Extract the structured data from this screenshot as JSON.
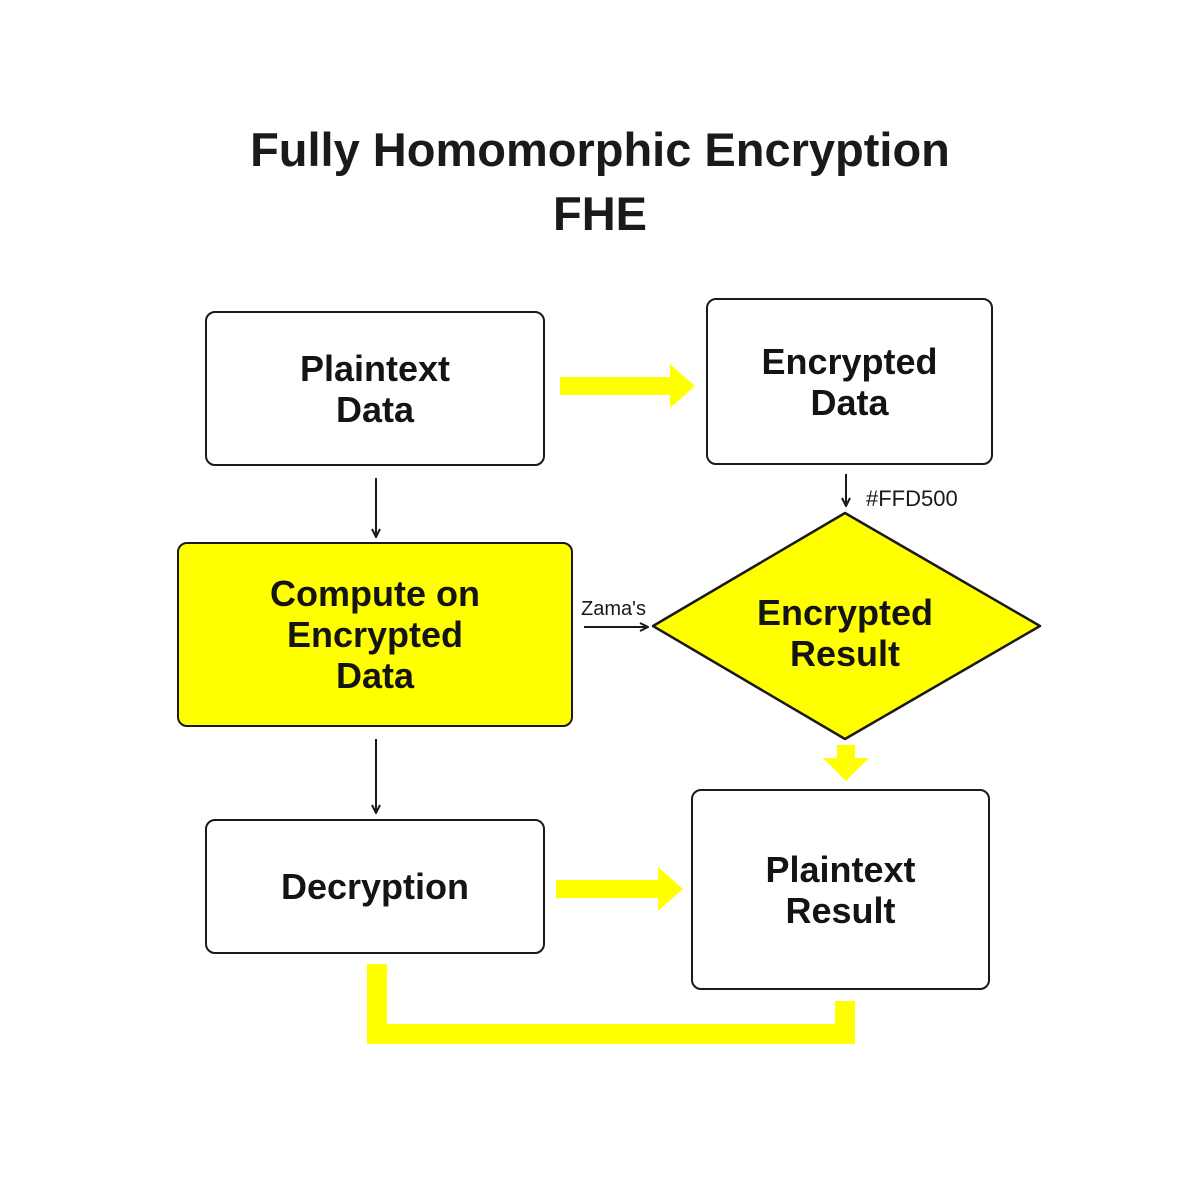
{
  "title": {
    "line1": "Fully Homomorphic Encryption",
    "line2": "FHE"
  },
  "nodes": {
    "plaintext_data": "Plaintext\nData",
    "encrypted_data": "Encrypted\nData",
    "compute": "Compute on\nEncrypted\nData",
    "encrypted_result": "Encrypted\nResult",
    "decryption": "Decryption",
    "plaintext_result": "Plaintext\nResult"
  },
  "labels": {
    "color_code": "#FFD500",
    "zama": "Zama's"
  },
  "colors": {
    "accent": "#FFFF00",
    "outline": "#1A1A1A",
    "background": "#FFFFFF"
  }
}
